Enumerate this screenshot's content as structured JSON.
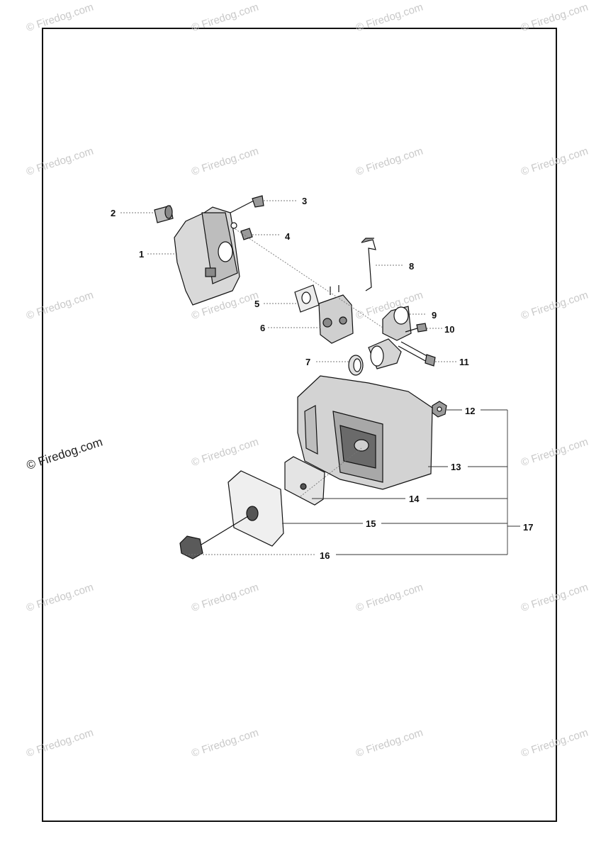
{
  "watermark": "© Firedog.com",
  "watermark_prominent": "© Firedog.com",
  "callouts": [
    {
      "id": "1",
      "label": "1"
    },
    {
      "id": "2",
      "label": "2"
    },
    {
      "id": "3",
      "label": "3"
    },
    {
      "id": "4",
      "label": "4"
    },
    {
      "id": "5",
      "label": "5"
    },
    {
      "id": "6",
      "label": "6"
    },
    {
      "id": "7",
      "label": "7"
    },
    {
      "id": "8",
      "label": "8"
    },
    {
      "id": "9",
      "label": "9"
    },
    {
      "id": "10",
      "label": "10"
    },
    {
      "id": "11",
      "label": "11"
    },
    {
      "id": "12",
      "label": "12"
    },
    {
      "id": "13",
      "label": "13"
    },
    {
      "id": "14",
      "label": "14"
    },
    {
      "id": "15",
      "label": "15"
    },
    {
      "id": "16",
      "label": "16"
    },
    {
      "id": "17",
      "label": "17"
    }
  ]
}
